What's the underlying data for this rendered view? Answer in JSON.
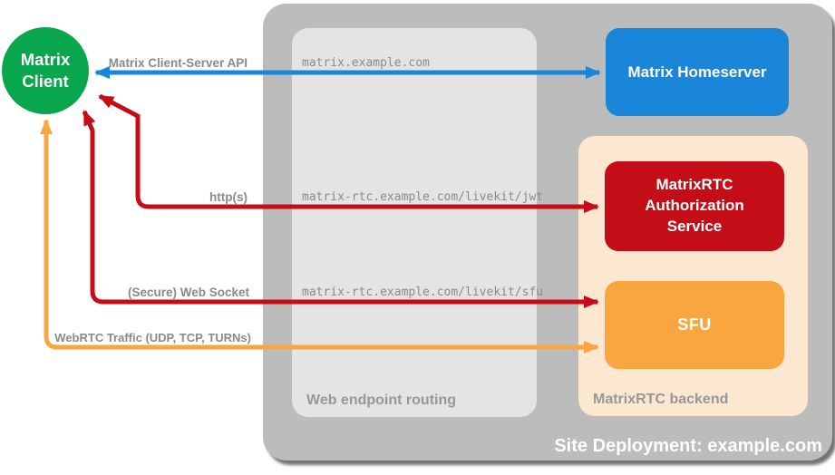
{
  "diagram": {
    "site_title": "Site Deployment: example.com",
    "nodes": {
      "client": {
        "label": "Matrix Client",
        "color": "#0aa64e"
      },
      "homeserver": {
        "label": "Matrix Homeserver",
        "color": "#1a86da"
      },
      "auth": {
        "label": "MatrixRTC Authorization Service",
        "color": "#c40d17"
      },
      "sfu": {
        "label": "SFU",
        "color": "#faa640"
      }
    },
    "containers": {
      "web_routing": {
        "label": "Web endpoint routing"
      },
      "backend": {
        "label": "MatrixRTC backend"
      }
    },
    "edges": [
      {
        "label": "Matrix Client-Server API",
        "endpoint": "matrix.example.com",
        "color": "#1a86da",
        "from": "client",
        "to": "homeserver",
        "bidirectional": true
      },
      {
        "label": "http(s)",
        "endpoint": "matrix-rtc.example.com/livekit/jwt",
        "color": "#c40d17",
        "from": "client",
        "to": "auth",
        "bidirectional": true
      },
      {
        "label": "(Secure) Web Socket",
        "endpoint": "matrix-rtc.example.com/livekit/sfu",
        "color": "#c40d17",
        "from": "client",
        "to": "sfu",
        "bidirectional": true
      },
      {
        "label": "WebRTC Traffic (UDP, TCP, TURNs)",
        "endpoint": "",
        "color": "#f9a640",
        "from": "client",
        "to": "sfu",
        "bidirectional": true
      }
    ]
  }
}
